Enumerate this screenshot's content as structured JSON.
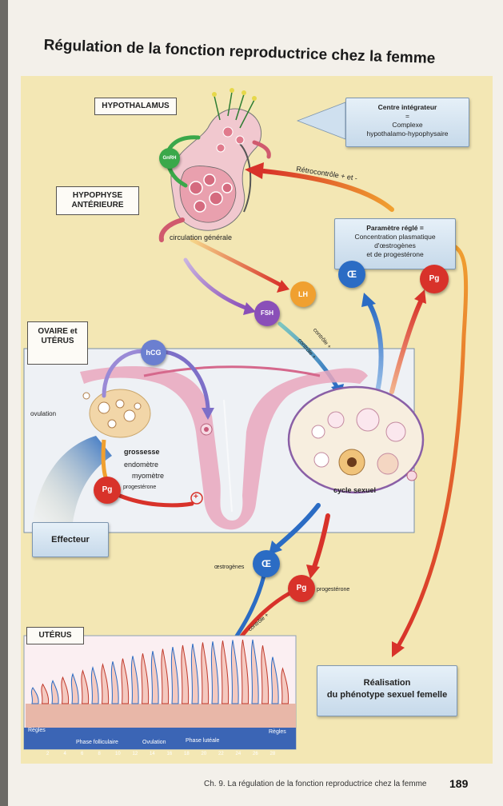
{
  "title": "Régulation de la fonction reproductrice chez la femme",
  "labels": {
    "hypothalamus": "HYPOTHALAMUS",
    "hypophyse": "HYPOPHYSE ANTÉRIEURE",
    "ovaire_uterus": "OVAIRE et UTÉRUS",
    "uterus": "UTÉRUS",
    "effecteur": "Effecteur"
  },
  "centre": {
    "line1": "Centre intégrateur",
    "line2": "=",
    "line3": "Complexe",
    "line4": "hypothalamo-hypophysaire"
  },
  "parametre": {
    "line1": "Paramètre réglé =",
    "line2": "Concentration plasmatique",
    "line3": "d'œstrogènes",
    "line4": "et de progestérone"
  },
  "realisation": {
    "line1": "Réalisation",
    "line2": "du phénotype sexuel femelle"
  },
  "annotations": {
    "retrocontrole": "Rétrocontrôle + et -",
    "circulation": "circulation générale",
    "controle1": "contrôle +",
    "controle2": "contrôle +",
    "controle3": "contrôle +",
    "ovulation": "ovulation",
    "grossesse": "grossesse",
    "endometre": "endomètre",
    "myometre": "myomètre",
    "progesterone1": "progestérone",
    "progesterone2": "progestérone",
    "oestrogenes": "œstrogènes",
    "cycle": "cycle sexuel",
    "plus": "+"
  },
  "hormones": {
    "gnrh": "GnRH",
    "lh": "LH",
    "fsh": "FSH",
    "hcg": "hCG",
    "oe": "Œ",
    "pg": "Pg"
  },
  "timeline": {
    "regles_left": "Règles",
    "regles_right": "Règles",
    "phase_folliculaire": "Phase folliculaire",
    "ovulation": "Ovulation",
    "phase_luteale": "Phase lutéale",
    "days": [
      "2",
      "4",
      "6",
      "8",
      "10",
      "12",
      "14",
      "16",
      "18",
      "20",
      "22",
      "24",
      "26",
      "28"
    ]
  },
  "footer": {
    "text": "Ch. 9. La régulation de la fonction reproductrice chez la femme",
    "page": "189"
  },
  "colors": {
    "oestrogen": "#2b6cc4",
    "progesterone": "#d8322a",
    "lh": "#f0a030",
    "fsh": "#8a4fb8",
    "gnrh": "#3aa84a",
    "hcg": "#6b7fd0",
    "uterus_pink": "#e9a7bd"
  }
}
